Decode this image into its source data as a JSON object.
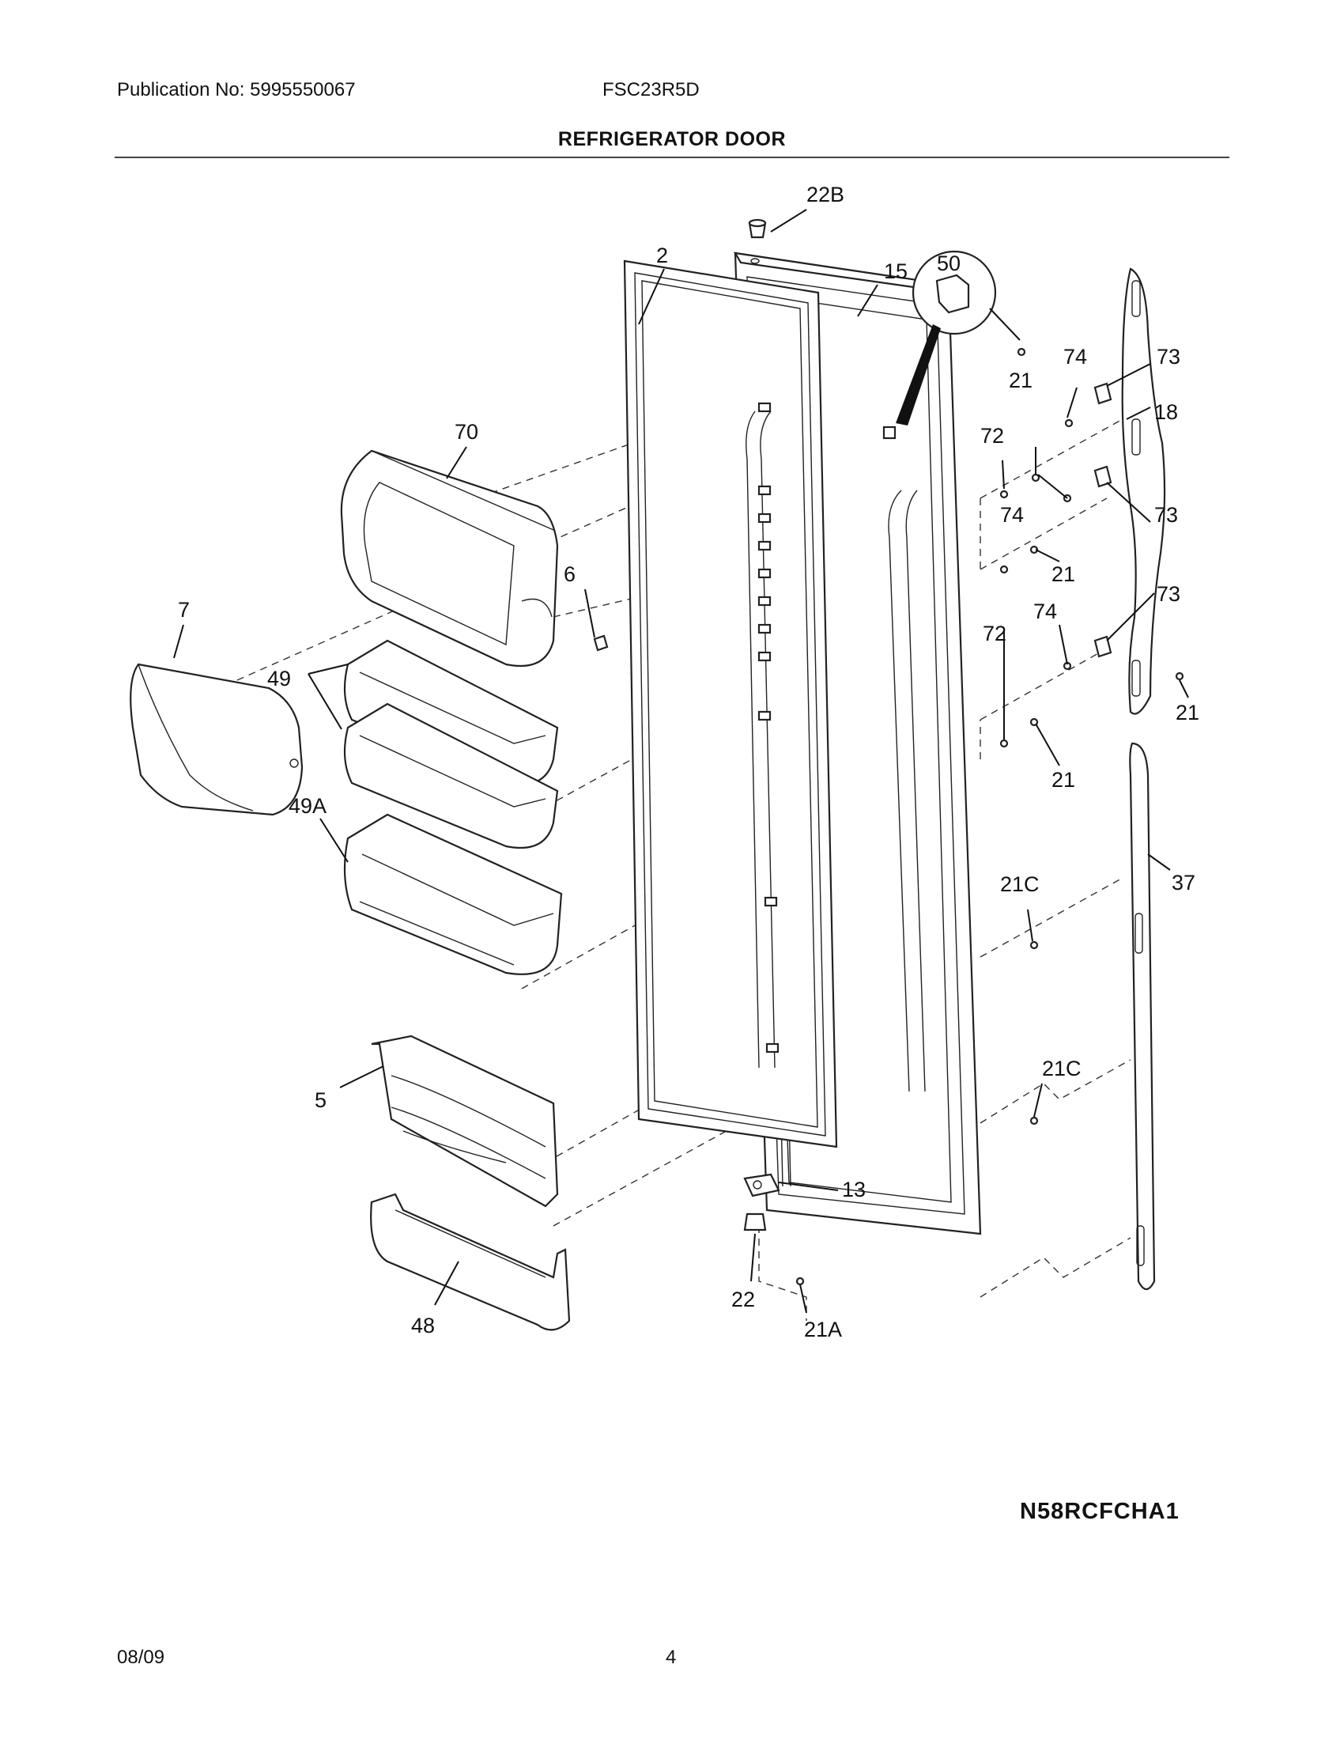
{
  "header": {
    "publication": "Publication No: 5995550067",
    "model": "FSC23R5D",
    "title": "REFRIGERATOR DOOR"
  },
  "diagram": {
    "callouts": [
      {
        "id": "c-22B",
        "label": "22B"
      },
      {
        "id": "c-15",
        "label": "15"
      },
      {
        "id": "c-2",
        "label": "2"
      },
      {
        "id": "c-50",
        "label": "50"
      },
      {
        "id": "c-74a",
        "label": "74"
      },
      {
        "id": "c-73a",
        "label": "73"
      },
      {
        "id": "c-21a",
        "label": "21"
      },
      {
        "id": "c-18",
        "label": "18"
      },
      {
        "id": "c-72a",
        "label": "72"
      },
      {
        "id": "c-74b",
        "label": "74"
      },
      {
        "id": "c-73b",
        "label": "73"
      },
      {
        "id": "c-21b",
        "label": "21"
      },
      {
        "id": "c-70",
        "label": "70"
      },
      {
        "id": "c-6",
        "label": "6"
      },
      {
        "id": "c-7",
        "label": "7"
      },
      {
        "id": "c-49",
        "label": "49"
      },
      {
        "id": "c-72b",
        "label": "72"
      },
      {
        "id": "c-74c",
        "label": "74"
      },
      {
        "id": "c-73c",
        "label": "73"
      },
      {
        "id": "c-21c",
        "label": "21"
      },
      {
        "id": "c-21d",
        "label": "21"
      },
      {
        "id": "c-49A",
        "label": "49A"
      },
      {
        "id": "c-21C-a",
        "label": "21C"
      },
      {
        "id": "c-37",
        "label": "37"
      },
      {
        "id": "c-21C-b",
        "label": "21C"
      },
      {
        "id": "c-5",
        "label": "5"
      },
      {
        "id": "c-13",
        "label": "13"
      },
      {
        "id": "c-22",
        "label": "22"
      },
      {
        "id": "c-21A",
        "label": "21A"
      },
      {
        "id": "c-48",
        "label": "48"
      }
    ]
  },
  "footer": {
    "diagram_code": "N58RCFCHA1",
    "date": "08/09",
    "page": "4"
  }
}
